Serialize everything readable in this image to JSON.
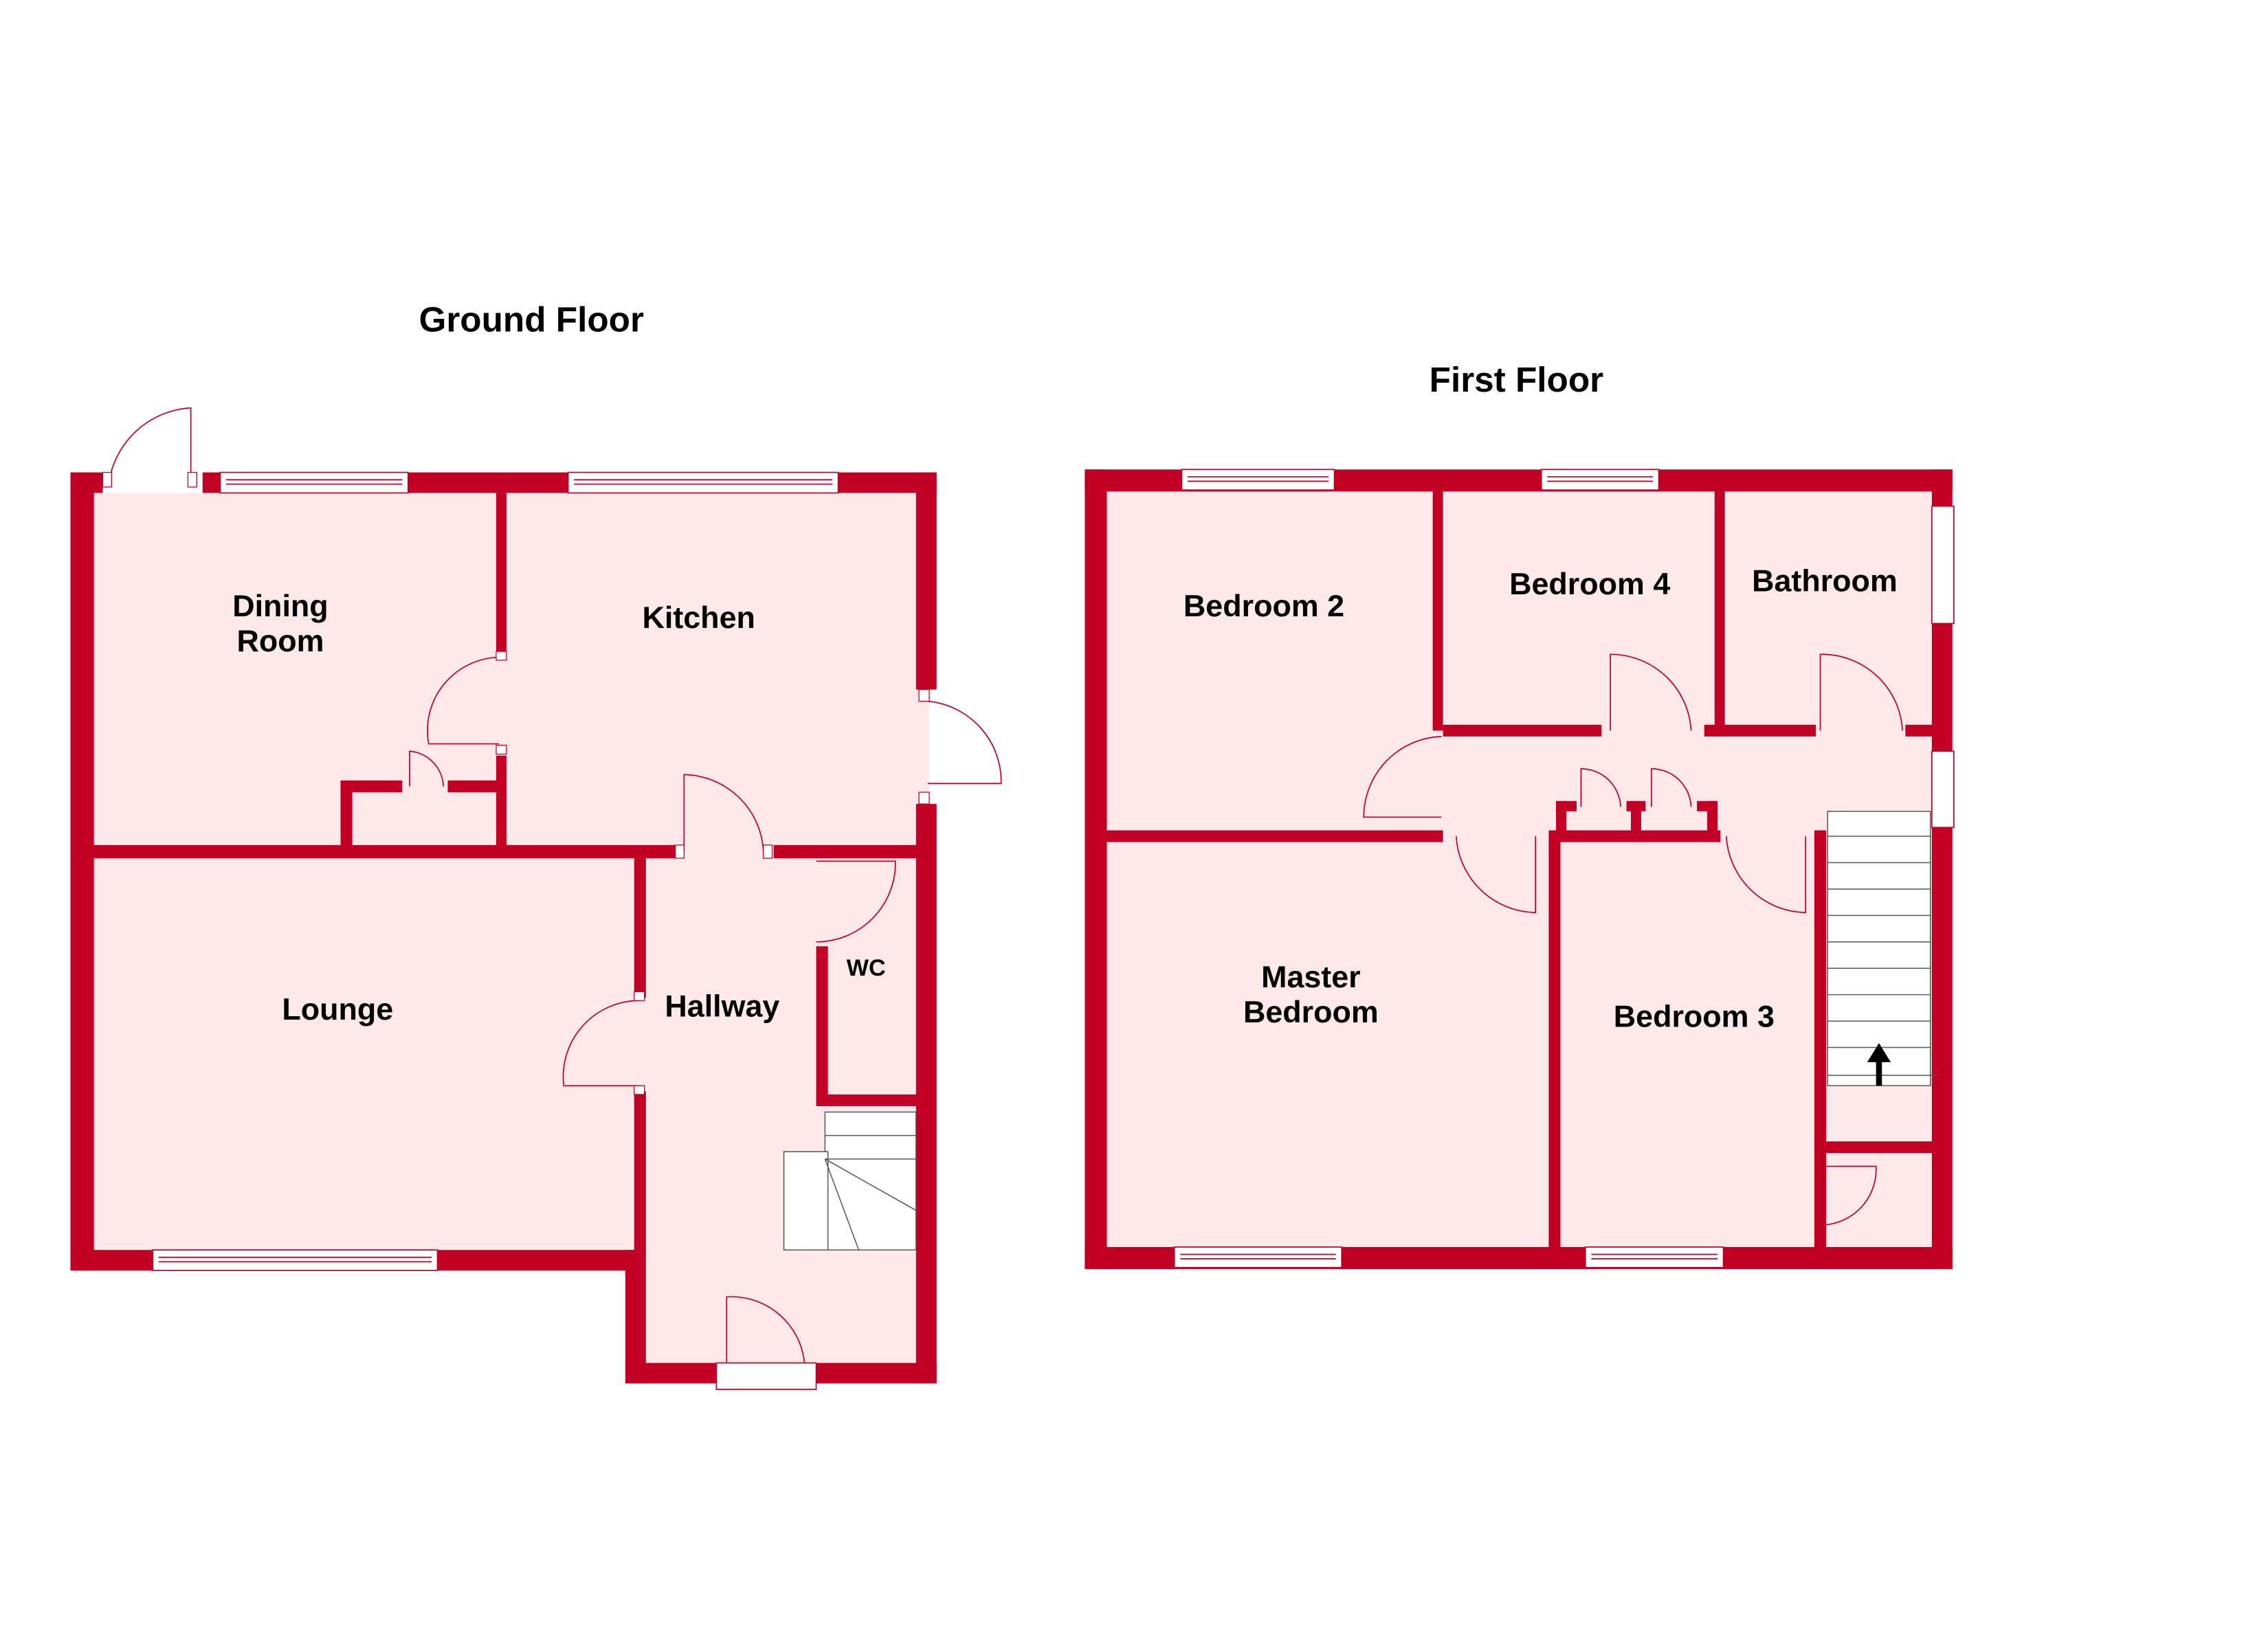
{
  "floors": {
    "ground": {
      "title": "Ground Floor",
      "rooms": {
        "dining_line1": "Dining",
        "dining_line2": "Room",
        "kitchen": "Kitchen",
        "lounge": "Lounge",
        "hallway": "Hallway",
        "wc": "WC"
      }
    },
    "first": {
      "title": "First Floor",
      "rooms": {
        "bedroom2": "Bedroom 2",
        "bedroom4": "Bedroom 4",
        "bathroom": "Bathroom",
        "master_line1": "Master",
        "master_line2": "Bedroom",
        "bedroom3": "Bedroom 3"
      }
    }
  },
  "colors": {
    "wall": "#c20025",
    "room_fill": "#fde8ea"
  }
}
